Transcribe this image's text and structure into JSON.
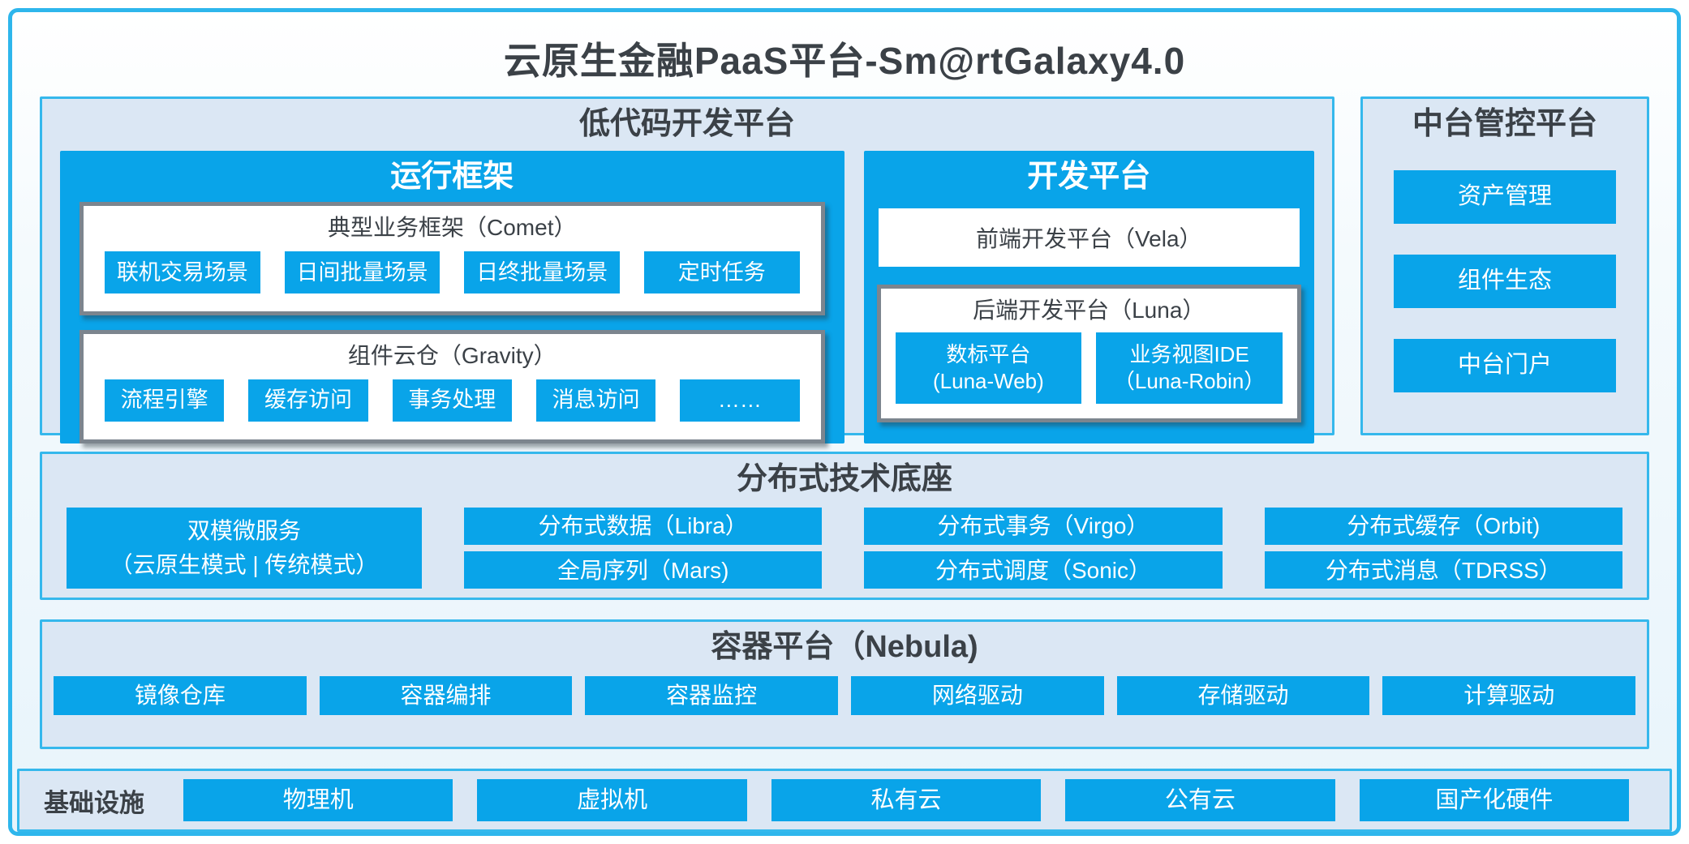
{
  "title": "云原生金融PaaS平台-Sm@rtGalaxy4.0",
  "colors": {
    "accent_blue": "#09a4e9",
    "panel_background": "#dbe7f4",
    "panel_border_cyan": "#2eb6ec",
    "box_border_gray": "#7c858e",
    "text_dark": "#3b4147",
    "text_on_blue": "#ffffff"
  },
  "low_code_platform": {
    "title": "低代码开发平台",
    "runtime_framework": {
      "title": "运行框架",
      "comet": {
        "title": "典型业务框架（Comet）",
        "items": [
          "联机交易场景",
          "日间批量场景",
          "日终批量场景",
          "定时任务"
        ]
      },
      "gravity": {
        "title": "组件云仓（Gravity）",
        "items": [
          "流程引擎",
          "缓存访问",
          "事务处理",
          "消息访问",
          "……"
        ]
      }
    },
    "dev_platform": {
      "title": "开发平台",
      "vela": "前端开发平台（Vela）",
      "luna": {
        "title": "后端开发平台（Luna）",
        "items": [
          {
            "line1": "数标平台",
            "line2": "(Luna-Web)"
          },
          {
            "line1": "业务视图IDE",
            "line2": "（Luna-Robin）"
          }
        ]
      }
    }
  },
  "mid_platform": {
    "title": "中台管控平台",
    "items": [
      "资产管理",
      "组件生态",
      "中台门户"
    ]
  },
  "distributed_base": {
    "title": "分布式技术底座",
    "dual_mode": {
      "line1": "双模微服务",
      "line2": "（云原生模式 | 传统模式）"
    },
    "columns": [
      [
        "分布式数据（Libra）",
        "全局序列（Mars)"
      ],
      [
        "分布式事务（Virgo）",
        "分布式调度（Sonic）"
      ],
      [
        "分布式缓存（Orbit)",
        "分布式消息（TDRSS）"
      ]
    ]
  },
  "container_platform": {
    "title": "容器平台（Nebula)",
    "items": [
      "镜像仓库",
      "容器编排",
      "容器监控",
      "网络驱动",
      "存储驱动",
      "计算驱动"
    ]
  },
  "infrastructure": {
    "title": "基础设施",
    "items": [
      "物理机",
      "虚拟机",
      "私有云",
      "公有云",
      "国产化硬件"
    ]
  }
}
